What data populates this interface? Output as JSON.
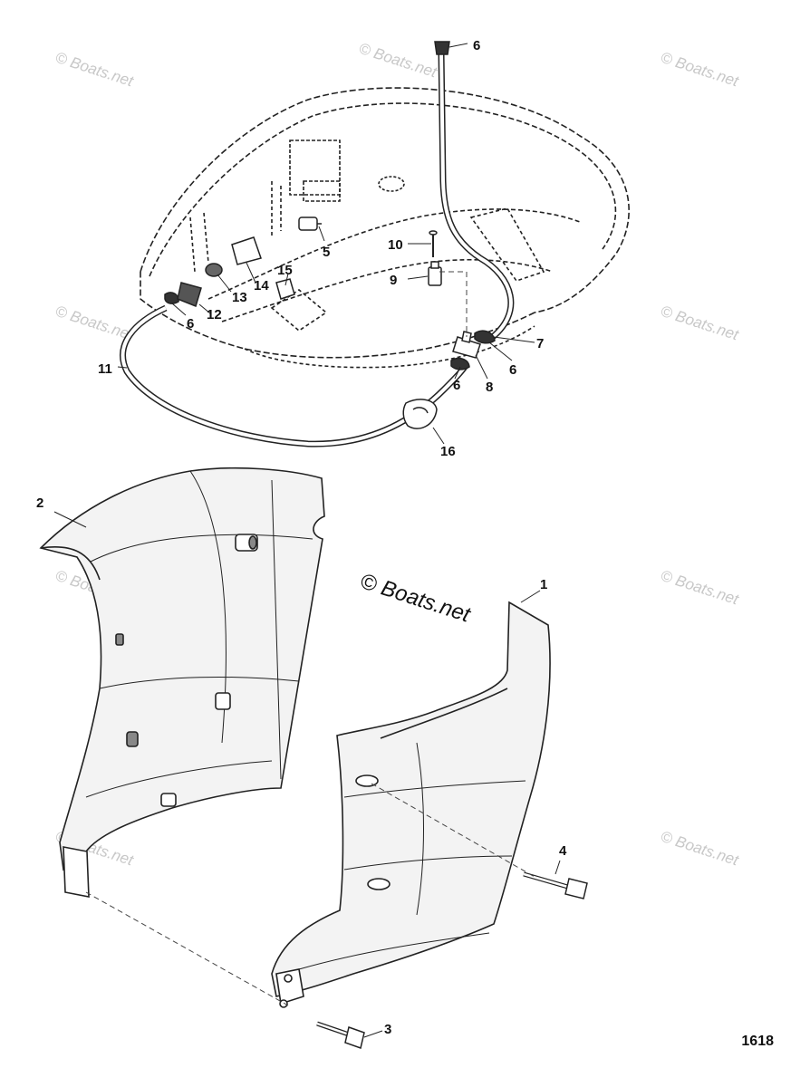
{
  "watermark": "© Boats.net",
  "figure_number": "1618",
  "callouts": {
    "c1": "1",
    "c2": "2",
    "c3": "3",
    "c4": "4",
    "c5": "5",
    "c6a": "6",
    "c6b": "6",
    "c6c": "6",
    "c6d": "6",
    "c7": "7",
    "c8": "8",
    "c9": "9",
    "c10": "10",
    "c11": "11",
    "c12": "12",
    "c13": "13",
    "c14": "14",
    "c15": "15",
    "c16": "16"
  }
}
